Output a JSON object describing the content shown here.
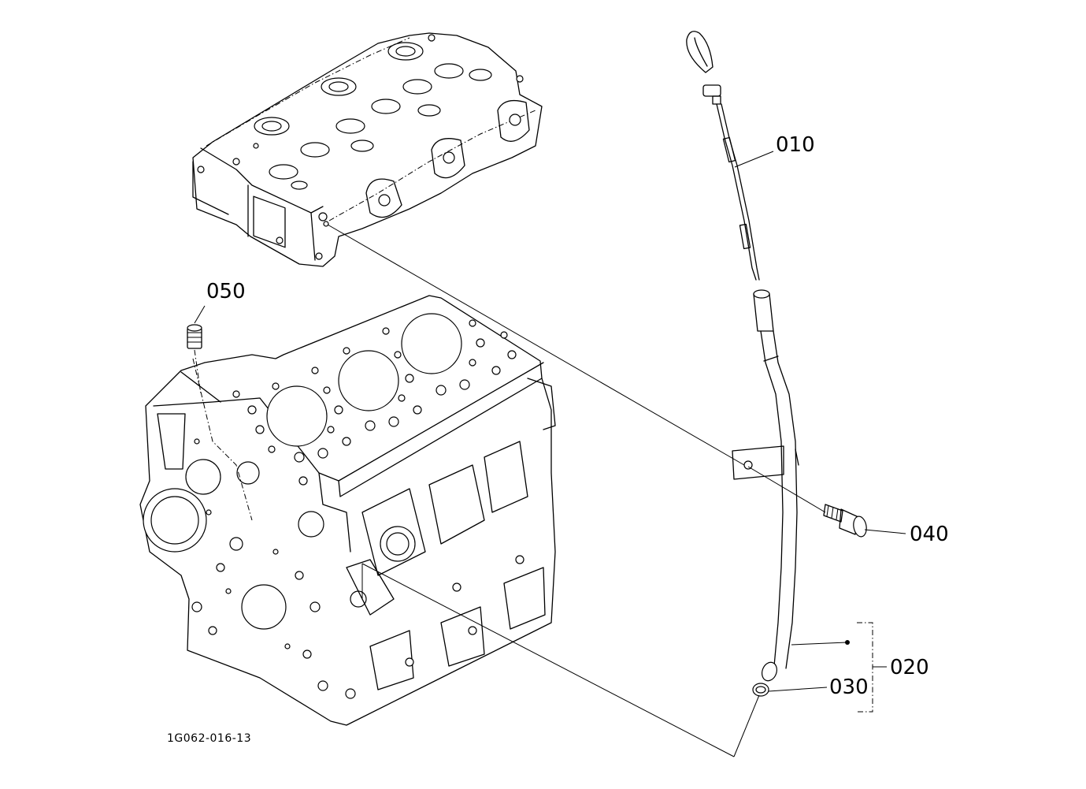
{
  "drawing_code": "1G062-016-13",
  "callouts": {
    "c010": "010",
    "c020": "020",
    "c030": "030",
    "c040": "040",
    "c050": "050"
  }
}
